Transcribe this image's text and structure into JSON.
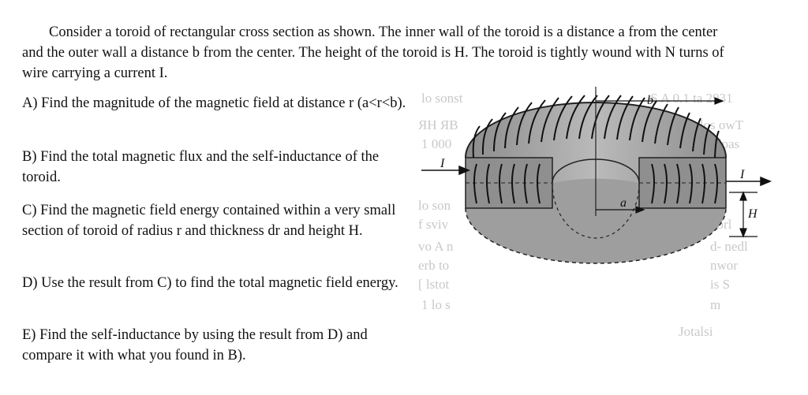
{
  "problem": {
    "intro": "Consider a toroid of rectangular cross section as shown. The inner wall of the toroid is a distance a from the center and the outer wall a distance b from the center. The height of the toroid is H. The toroid is tightly wound with N turns of wire carrying a current I.",
    "parts": [
      "A) Find the magnitude of the magnetic field at distance r (a<r<b).",
      "B) Find the total magnetic flux and the self-inductance of the toroid.",
      "C) Find the magnetic field energy contained within a very small section of toroid of radius r and thickness dr and height H.",
      "D) Use the result from C) to find the total magnetic field energy.",
      "E) Find the self-inductance by using the result from D) and compare it with what you found in B)."
    ]
  },
  "figure": {
    "labels": {
      "b": "b",
      "a": "a",
      "H": "H",
      "current_left": "I",
      "current_right": "I"
    }
  }
}
